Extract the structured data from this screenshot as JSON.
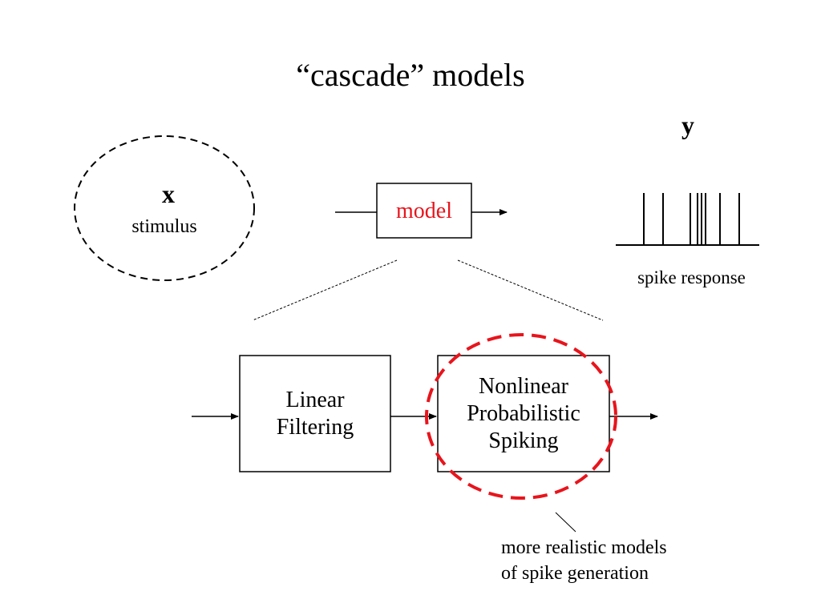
{
  "title": "“cascade” models",
  "stimulus": {
    "variable": "x",
    "label": "stimulus"
  },
  "model": {
    "label": "model",
    "color": "#e8141c"
  },
  "response": {
    "variable": "y",
    "label": "spike response",
    "spike_count": 8
  },
  "cascade": {
    "stage1": {
      "line1": "Linear",
      "line2": "Filtering"
    },
    "stage2": {
      "line1": "Nonlinear",
      "line2": "Probabilistic",
      "line3": "Spiking"
    },
    "highlight_color": "#e8141c"
  },
  "note": {
    "line1": "more realistic models",
    "line2": "of spike generation"
  }
}
